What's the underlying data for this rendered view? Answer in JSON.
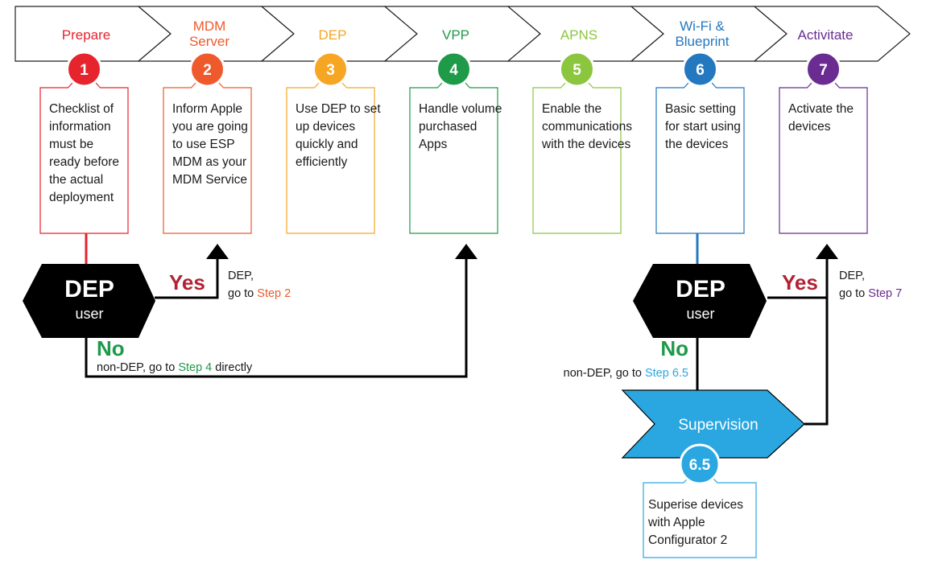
{
  "colors": {
    "stage_1": "#e5242e",
    "stage_2": "#ee5a2c",
    "stage_3": "#f6a623",
    "stage_4": "#1e9a48",
    "stage_5": "#8cc63f",
    "stage_6": "#2378c0",
    "stage_7": "#6a2c91",
    "dep_badge": "#000000",
    "yes": "#b22234",
    "no": "#1e9a48",
    "supervision": "#2aa7e0",
    "step_6_5": "#2aa7e0"
  },
  "stages": [
    {
      "num": "1",
      "title": [
        "Prepare"
      ],
      "desc": [
        "Checklist of",
        "information",
        "must be",
        "ready before",
        "the actual",
        "deployment"
      ]
    },
    {
      "num": "2",
      "title": [
        "MDM",
        "Server"
      ],
      "desc": [
        "Inform Apple",
        "you are going",
        "to use ESP",
        "MDM as your",
        "MDM Service"
      ]
    },
    {
      "num": "3",
      "title": [
        "DEP"
      ],
      "desc": [
        "Use DEP to set",
        "up devices",
        "quickly and",
        "efficiently"
      ]
    },
    {
      "num": "4",
      "title": [
        "VPP"
      ],
      "desc": [
        "Handle volume",
        "purchased",
        "Apps"
      ]
    },
    {
      "num": "5",
      "title": [
        "APNS"
      ],
      "desc": [
        "Enable the",
        "communications",
        "with the devices"
      ]
    },
    {
      "num": "6",
      "title": [
        "Wi-Fi &",
        "Blueprint"
      ],
      "desc": [
        "Basic setting",
        "for start using",
        "the devices"
      ]
    },
    {
      "num": "7",
      "title": [
        "Activitate"
      ],
      "desc": [
        "Activate the",
        "devices"
      ]
    }
  ],
  "decisions": [
    {
      "dep": "DEP",
      "user": "user",
      "yes": "Yes",
      "no": "No",
      "yes_note_1": "DEP,",
      "yes_note_2": "go to ",
      "yes_step": "Step 2",
      "no_note": "non-DEP, go to ",
      "no_step": "Step 4",
      "no_tail": " directly"
    },
    {
      "dep": "DEP",
      "user": "user",
      "yes": "Yes",
      "no": "No",
      "yes_note_1": "DEP,",
      "yes_note_2": "go to ",
      "yes_step": "Step 7",
      "no_note": "non-DEP, go to ",
      "no_step": "Step 6.5",
      "no_tail": ""
    }
  ],
  "supervision": {
    "label": "Supervision",
    "num": "6.5",
    "desc": [
      "Superise devices",
      "with Apple",
      "Configurator 2"
    ]
  }
}
